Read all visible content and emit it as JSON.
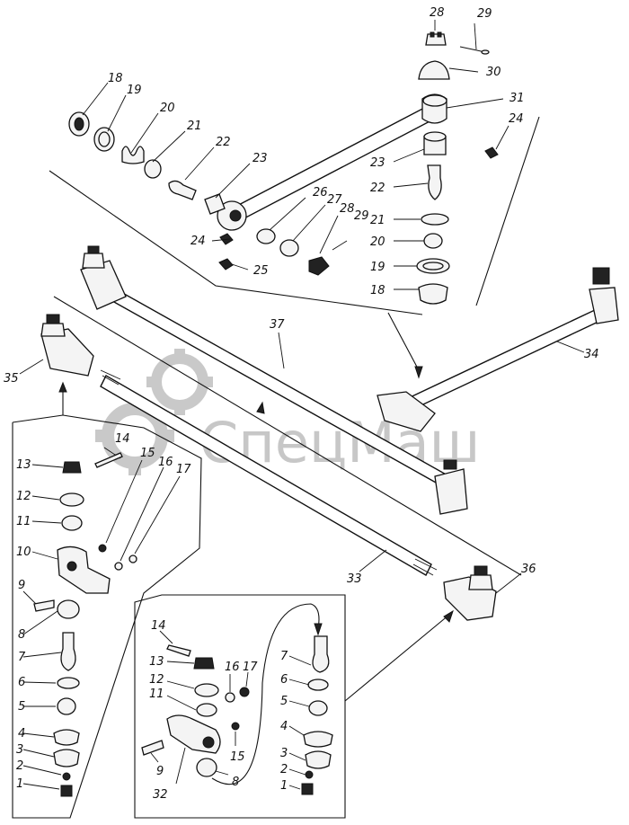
{
  "watermark": {
    "text": "СпецМаш",
    "color": "#9a9a9a"
  },
  "labels": {
    "top_28": "28",
    "top_29": "29",
    "top_30": "30",
    "top_31": "31",
    "top_24": "24",
    "top_23a": "23",
    "top_22a": "22",
    "top_21a": "21",
    "top_20a": "20",
    "top_19a": "19",
    "top_18a": "18",
    "top_18": "18",
    "top_19": "19",
    "top_20": "20",
    "top_21": "21",
    "top_22": "22",
    "top_23": "23",
    "top_24b": "24",
    "top_25": "25",
    "top_26": "26",
    "top_27": "27",
    "top_28b": "28",
    "top_29b": "29",
    "rod_37": "37",
    "rod_34": "34",
    "rod_35": "35",
    "rod_33": "33",
    "rod_36": "36",
    "left_13": "13",
    "left_12": "12",
    "left_11": "11",
    "left_10": "10",
    "left_9": "9",
    "left_8": "8",
    "left_7": "7",
    "left_6": "6",
    "left_5": "5",
    "left_4": "4",
    "left_3": "3",
    "left_2": "2",
    "left_1": "1",
    "left_14": "14",
    "left_15": "15",
    "left_16": "16",
    "left_17": "17",
    "bot_14": "14",
    "bot_13": "13",
    "bot_12": "12",
    "bot_11": "11",
    "bot_16": "16",
    "bot_17": "17",
    "bot_15": "15",
    "bot_9": "9",
    "bot_32": "32",
    "bot_8": "8",
    "bot_7": "7",
    "bot_6": "6",
    "bot_5": "5",
    "bot_4": "4",
    "bot_3": "3",
    "bot_2": "2",
    "bot_1": "1"
  }
}
